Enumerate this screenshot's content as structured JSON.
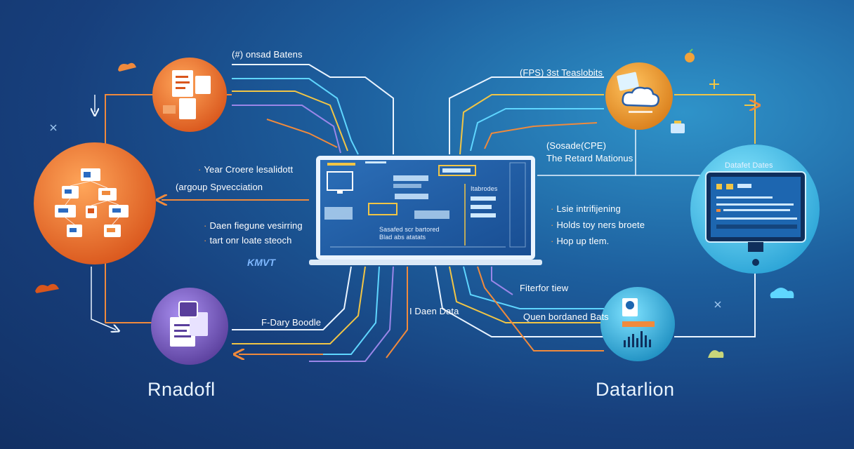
{
  "labels": {
    "top_left": "(#) onsad Batens",
    "top_right": "(FPS) 3st Teaslobits",
    "right_mid_1": "(Sosade(CPE)",
    "right_mid_2": "The Retard Mationus",
    "left_mid_1": "Year Croere lesalidott",
    "left_mid_2": "(argoup Spvecciation",
    "left_low_1": "Daen fiegune vesirring",
    "left_low_2": "tart onr loate steoch",
    "brand": "KMVT",
    "bottom_left_connector": "F-Dary Boodle",
    "bottom_center": "I Daen Data",
    "right_low_1": "Lsie intrifijening",
    "right_low_2": "Holds toy ners broete",
    "right_low_3": "Hop up tlem.",
    "right_bottom_1": "Fiterfor tiew",
    "right_bottom_2": "Quen bordaned Bats",
    "big_left": "Rnadofl",
    "big_right": "Datarlion",
    "monitor_title": "Datafet Dates",
    "laptop_caption_1": "Sasafed scr bartored",
    "laptop_caption_2": "Blad abs atatats",
    "laptop_side_label": "Itabrodes"
  },
  "colors": {
    "orange": "#ee7a2f",
    "purple": "#7a5fb8",
    "amber": "#eea23a",
    "teal": "#35b6d8",
    "line_white": "#eaf4ff",
    "line_yellow": "#f1c545",
    "line_cyan": "#5fd6ff",
    "line_orange": "#f08a3c",
    "line_purple": "#9a86e8"
  },
  "icons": [
    "cloud-icon",
    "document-icon",
    "node-graph-icon",
    "plus-icon",
    "close-icon",
    "sparkle-icon",
    "apple-icon"
  ]
}
